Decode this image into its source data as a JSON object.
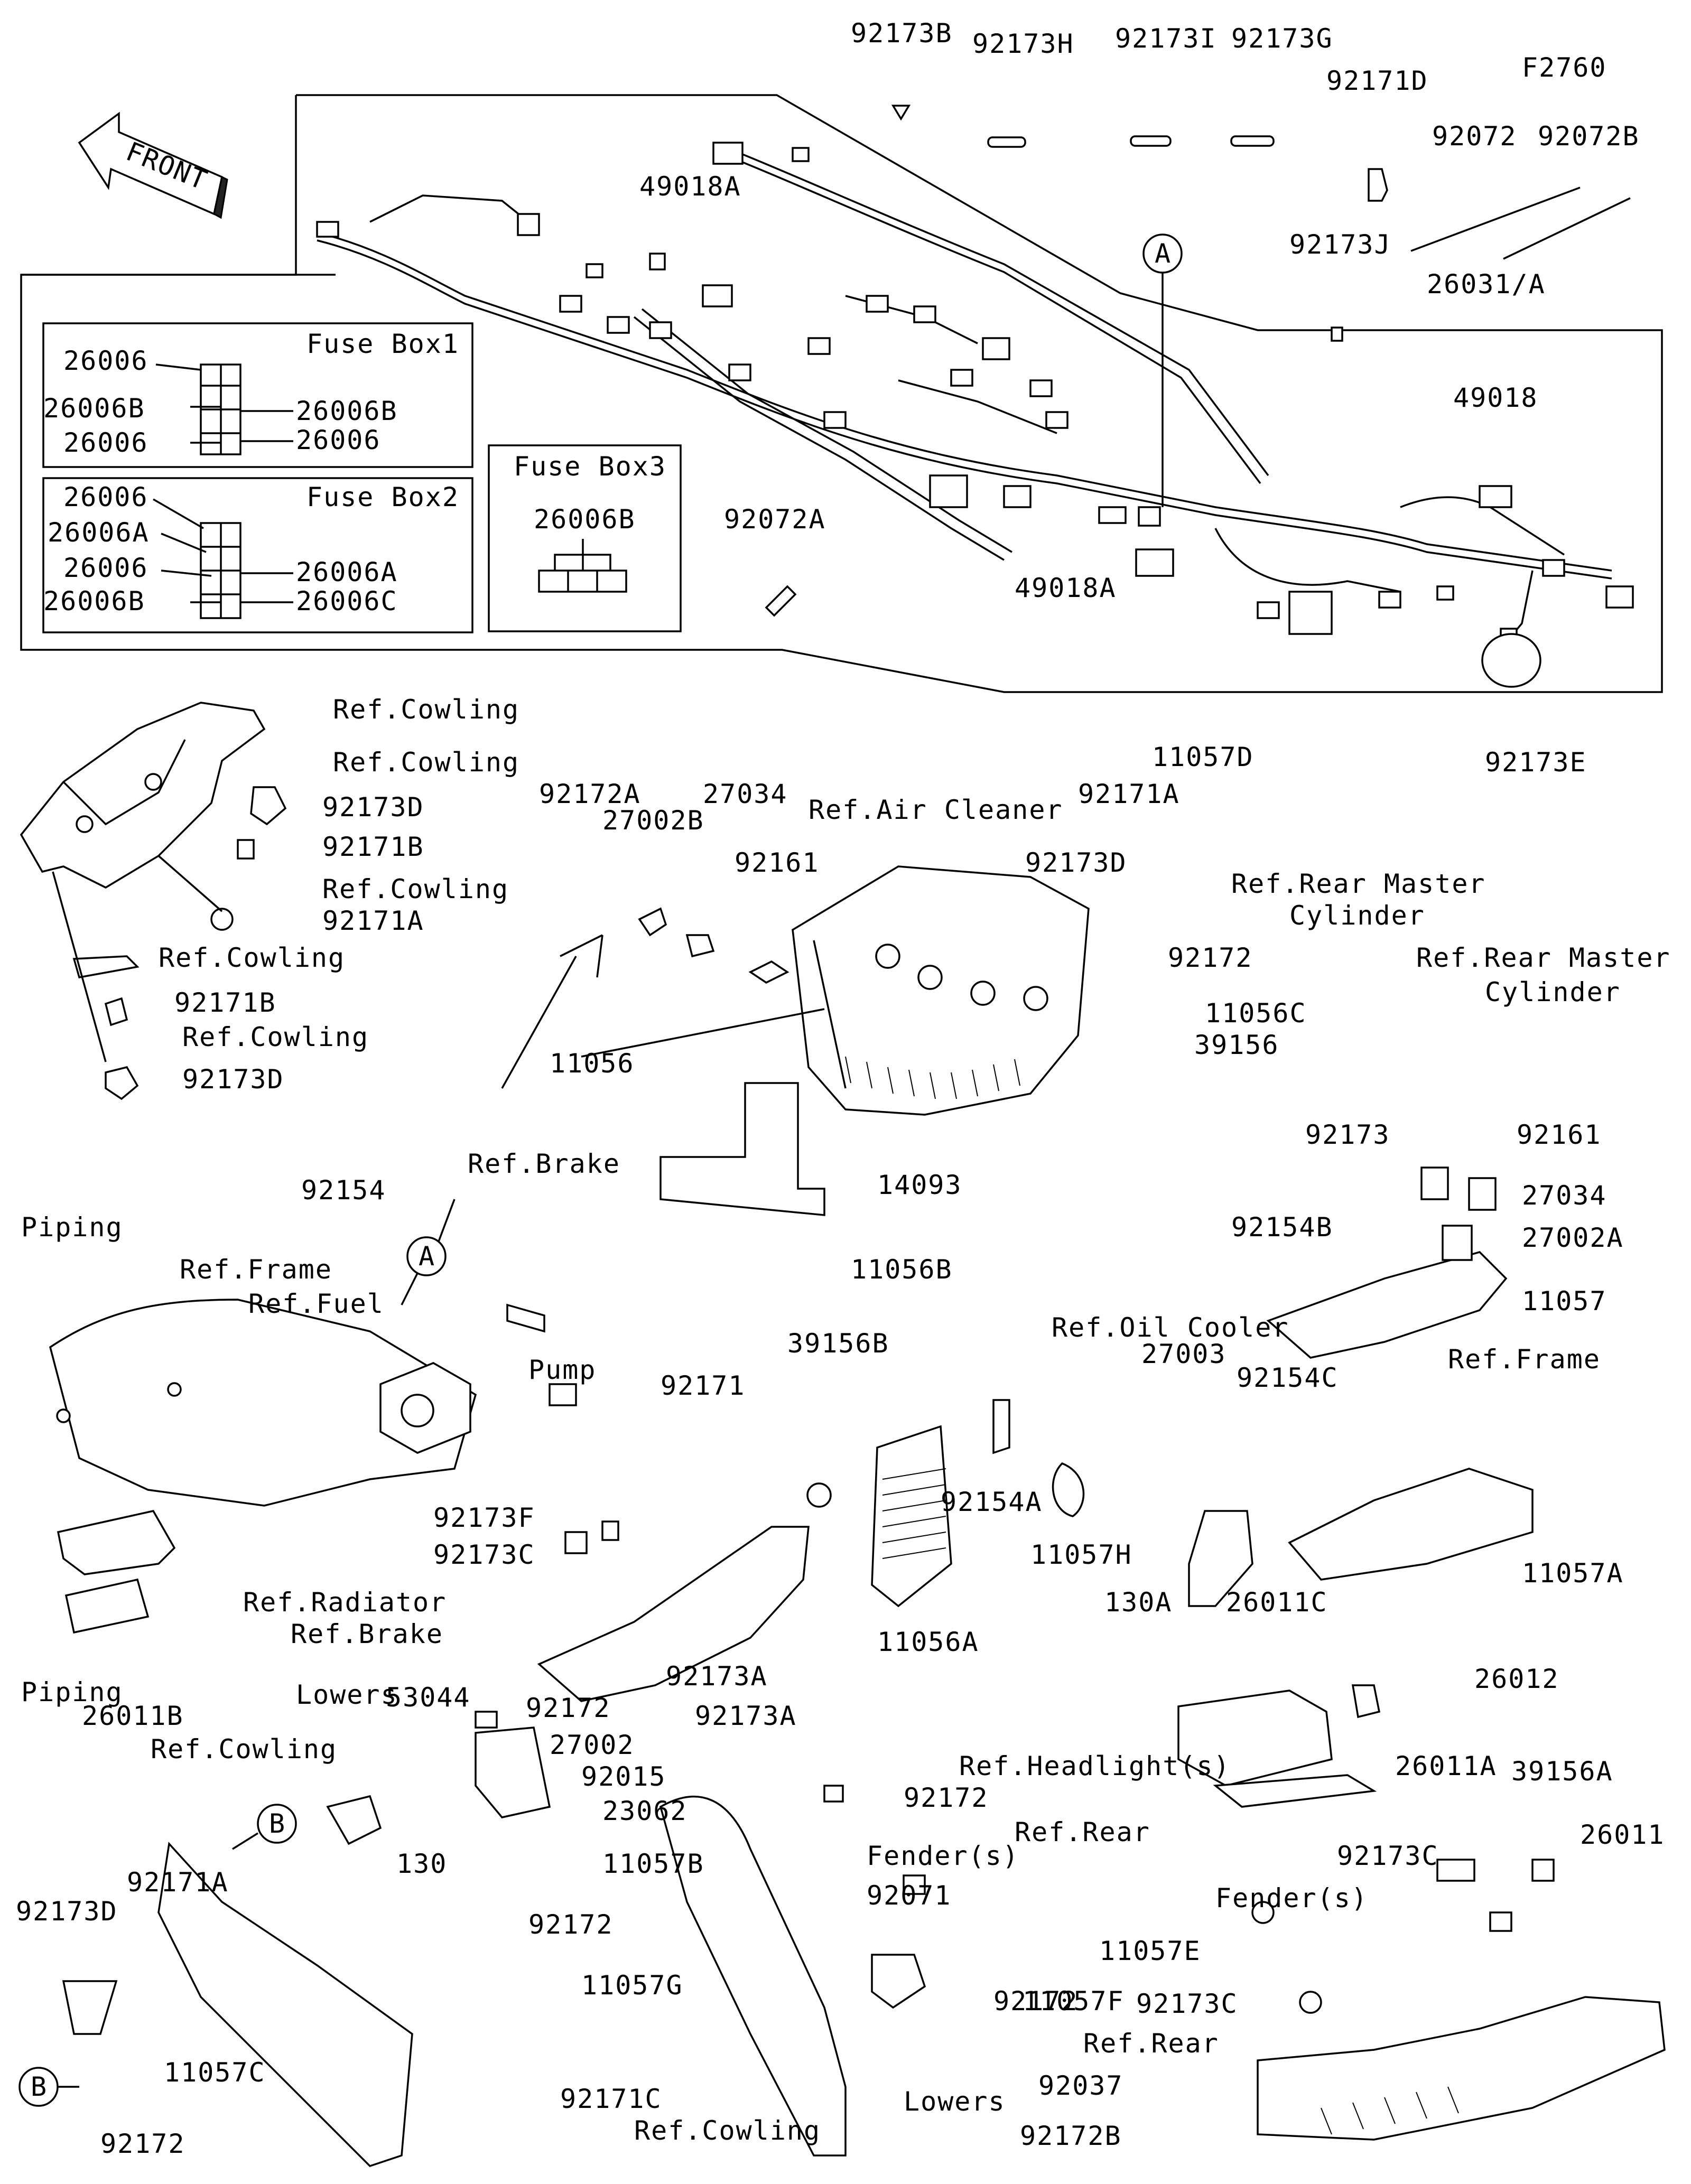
{
  "figure_code": "F2760",
  "front_label": "FRONT",
  "letters": {
    "a": "A",
    "b": "B"
  },
  "fuse_boxes": {
    "box1": {
      "title": "Fuse Box1",
      "labels": [
        "26006",
        "26006B",
        "26006B",
        "26006",
        "26006"
      ]
    },
    "box2": {
      "title": "Fuse Box2",
      "labels": [
        "26006",
        "26006A",
        "26006",
        "26006A",
        "26006B",
        "26006C"
      ]
    },
    "box3": {
      "title": "Fuse Box3",
      "labels": [
        "26006B"
      ]
    }
  },
  "callouts": [
    "92173B",
    "92173H",
    "92173I",
    "92173G",
    "92171D",
    "92072",
    "92072B",
    "92173J",
    "26031/A",
    "49018A",
    "49018",
    "92072A",
    "49018A",
    "Ref.Cowling",
    "Ref.Cowling",
    "92173D",
    "92171B",
    "Ref.Cowling",
    "92171A",
    "Ref.Cowling",
    "92171B",
    "Ref.Cowling",
    "92173D",
    "92172A",
    "27034",
    "27002B",
    "92161",
    "Ref.Air Cleaner",
    "92171A",
    "11057D",
    "92173D",
    "92172",
    "Ref.Rear Master",
    "Cylinder",
    "92173E",
    "Ref.Rear Master",
    "Cylinder",
    "11056C",
    "39156",
    "11056",
    "14093",
    "92173",
    "92161",
    "27034",
    "92154B",
    "27002A",
    "11057",
    "Ref.Frame",
    "92154C",
    "11057A",
    "92154",
    "Ref.Brake",
    "Piping",
    "Ref.Frame",
    "Ref.Fuel",
    "Pump",
    "11056B",
    "Ref.Oil Cooler",
    "27003",
    "92154A",
    "11057H",
    "39156B",
    "92171",
    "92173F",
    "92173C",
    "92173A",
    "Ref.Radiator",
    "Ref.Brake",
    "Piping",
    "11056A",
    "130A",
    "26011C",
    "26012",
    "26011A",
    "39156A",
    "26011",
    "26011B",
    "Ref.Cowling",
    "Lowers",
    "53044",
    "92172",
    "27002",
    "92015",
    "23062",
    "130",
    "11057B",
    "92172",
    "11057G",
    "92171A",
    "92173D",
    "11057C",
    "92172",
    "92173A",
    "Ref.Headlight(s)",
    "92172",
    "Ref.Rear",
    "Fender(s)",
    "92071",
    "11057E",
    "92172",
    "11057F",
    "Ref.Rear",
    "Fender(s)",
    "92173C",
    "92173C",
    "92037",
    "92172B",
    "92171C",
    "Ref.Cowling",
    "Lowers",
    "92172"
  ]
}
